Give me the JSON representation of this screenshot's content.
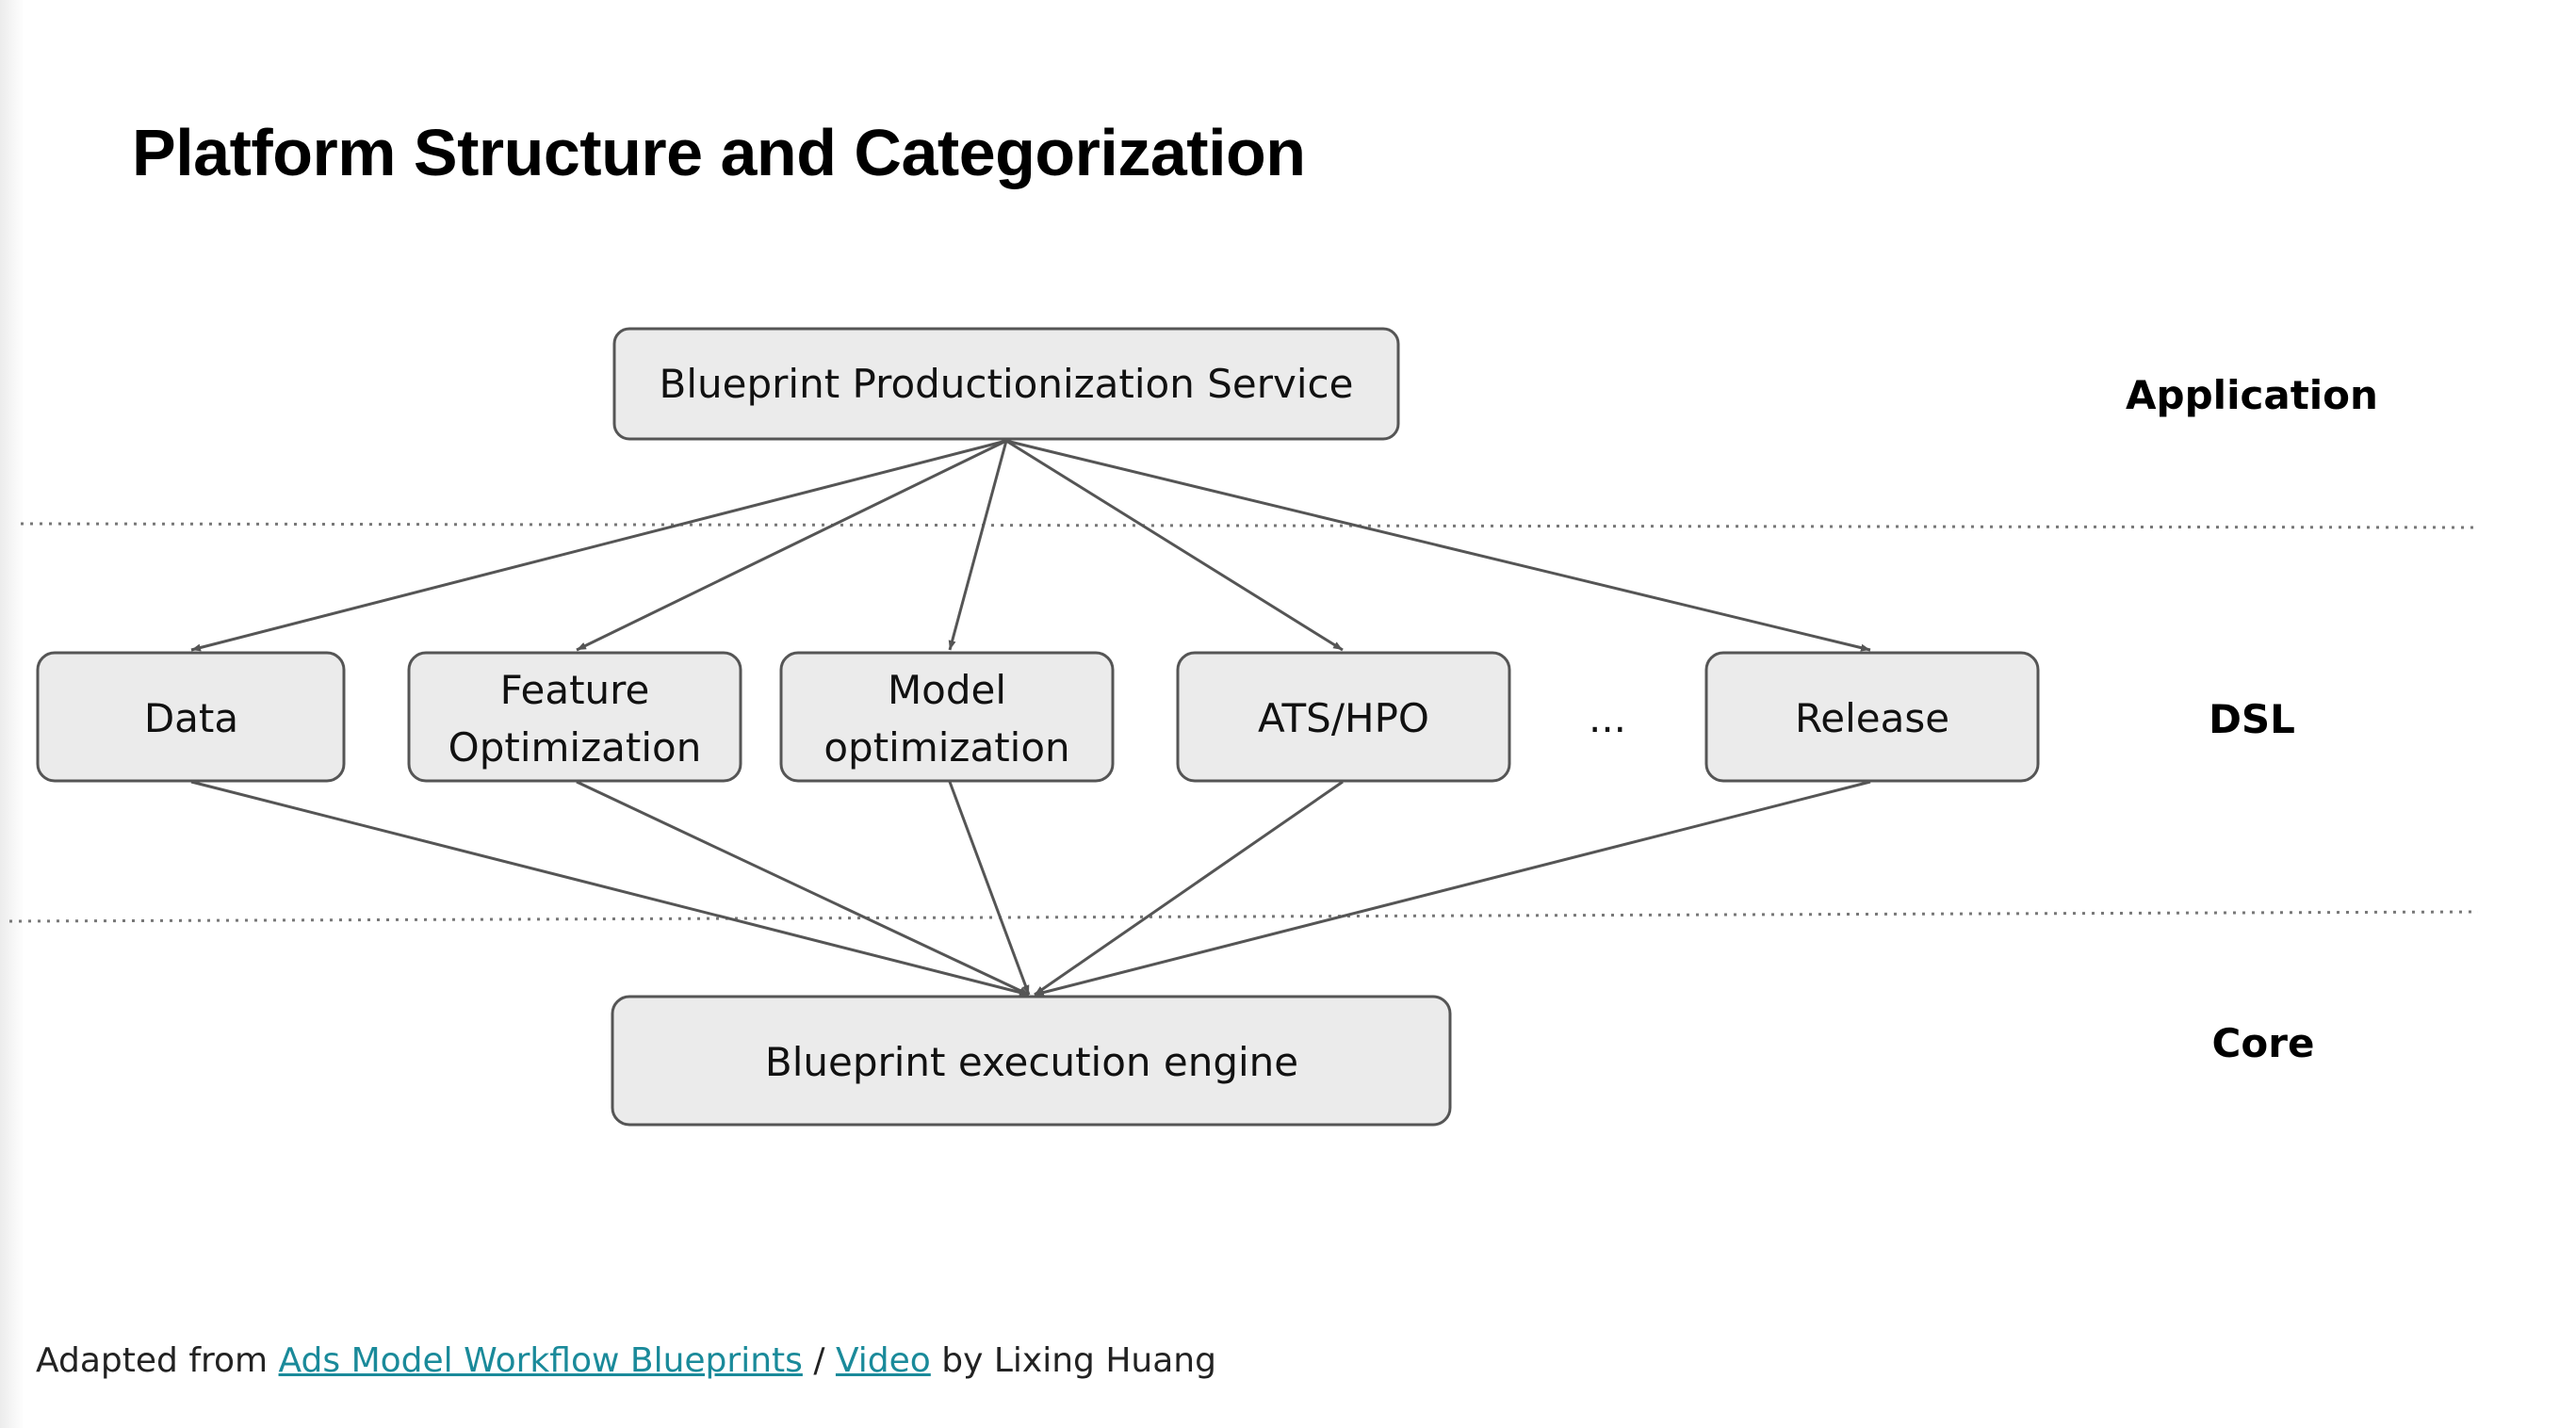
{
  "title": "Platform Structure and Categorization",
  "layers": {
    "application": "Application",
    "dsl": "DSL",
    "core": "Core"
  },
  "nodes": {
    "service": [
      "Blueprint Productionization Service"
    ],
    "data": [
      "Data"
    ],
    "feature": [
      "Feature",
      "Optimization"
    ],
    "model": [
      "Model",
      "optimization"
    ],
    "ats": [
      "ATS/HPO"
    ],
    "ellipsis": "...",
    "release": [
      "Release"
    ],
    "engine": [
      "Blueprint execution engine"
    ]
  },
  "footer": {
    "prefix": "Adapted from",
    "link1": "Ads Model Workflow Blueprints",
    "separator": "/",
    "link2": "Video",
    "suffix": "by Lixing Huang"
  },
  "colors": {
    "node_fill": "#ebebeb",
    "node_stroke": "#555555",
    "link": "#1a8a9a"
  }
}
